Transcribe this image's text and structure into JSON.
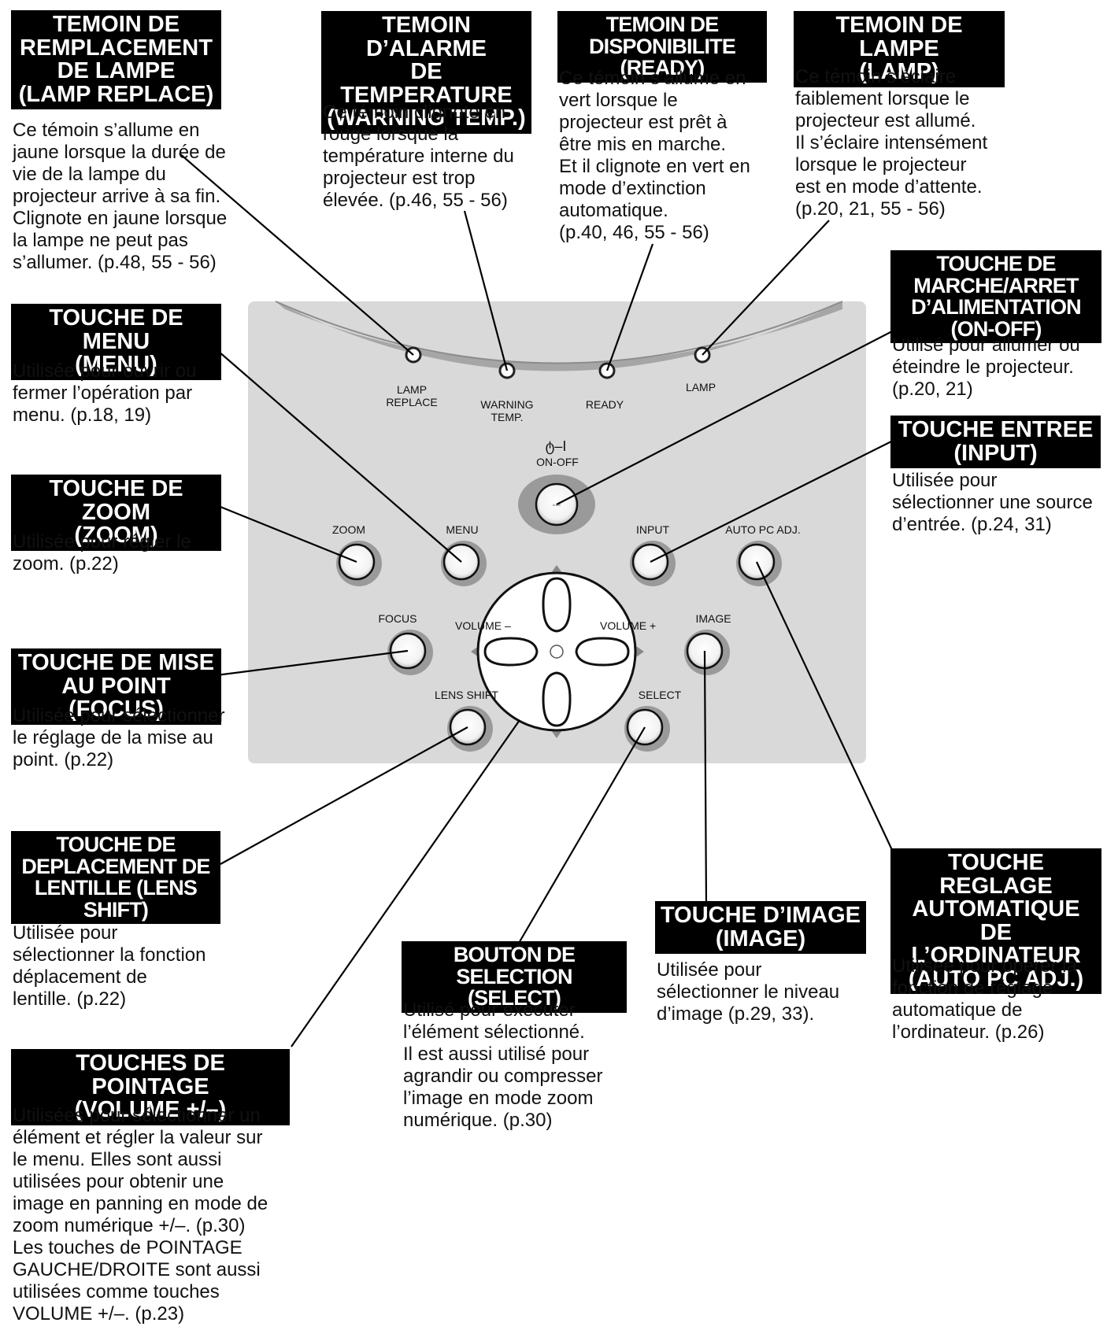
{
  "callouts": {
    "lamp_replace": {
      "title": "TEMOIN DE\nREMPLACEMENT\nDE LAMPE\n(LAMP REPLACE)",
      "desc": "Ce témoin s’allume en\njaune lorsque la durée de\nvie de la lampe du\nprojecteur arrive à sa fin.\nClignote en jaune lorsque\nla lampe ne peut pas\ns’allumer. (p.48, 55 - 56)"
    },
    "warning_temp": {
      "title": "TEMOIN D’ALARME\nDE TEMPERATURE\n(WARNING TEMP.)",
      "desc": "Ce témoin clignote en\nrouge lorsque la\ntempérature interne du\nprojecteur est trop\nélevée. (p.46, 55 - 56)"
    },
    "ready": {
      "title": "TEMOIN DE\nDISPONIBILITE (READY)",
      "desc": "Ce témoin s’allume en\nvert lorsque le\nprojecteur est prêt à\nêtre mis en marche.\nEt il clignote en vert en\nmode d’extinction\nautomatique.\n(p.40, 46, 55 - 56)"
    },
    "lamp": {
      "title": "TEMOIN DE LAMPE\n(LAMP)",
      "desc": "Ce témoin s’éclaire\nfaiblement lorsque le\nprojecteur est allumé.\nIl s’éclaire intensément\nlorsque le projecteur\nest en mode d’attente.\n(p.20, 21, 55 - 56)"
    },
    "menu": {
      "title": "TOUCHE DE MENU\n(MENU)",
      "desc": "Utilisée pour ouvrir ou\nfermer l’opération par\nmenu. (p.18, 19)"
    },
    "on_off": {
      "title": "TOUCHE DE\nMARCHE/ARRET\nD’ALIMENTATION (ON-OFF)",
      "desc": "Utilisé pour allumer ou\néteindre le projecteur.\n(p.20, 21)"
    },
    "input": {
      "title": "TOUCHE ENTREE\n(INPUT)",
      "desc": "Utilisée pour\nsélectionner une source\nd’entrée. (p.24, 31)"
    },
    "zoom": {
      "title": "TOUCHE DE ZOOM\n(ZOOM)",
      "desc": "Utilisée pour régler le\nzoom. (p.22)"
    },
    "focus": {
      "title": "TOUCHE DE MISE\nAU POINT (FOCUS)",
      "desc": "Utilisée pour sélectionner\nle réglage de la mise au\npoint. (p.22)"
    },
    "lens_shift": {
      "title": "TOUCHE DE\nDEPLACEMENT DE\nLENTILLE (LENS SHIFT)",
      "desc": "Utilisée pour\nsélectionner la fonction\ndéplacement de\nlentille. (p.22)"
    },
    "auto_pc": {
      "title": "TOUCHE REGLAGE\nAUTOMATIQUE DE\nL’ORDINATEUR\n(AUTO PC ADJ.)",
      "desc": "Utilisée pour opérer la\nfonction de réglage\nautomatique de\nl’ordinateur. (p.26)"
    },
    "image": {
      "title": "TOUCHE D’IMAGE\n(IMAGE)",
      "desc": "Utilisée pour\nsélectionner le niveau\nd’image (p.29, 33)."
    },
    "select": {
      "title": "BOUTON DE SELECTION\n(SELECT)",
      "desc": "Utilisé pour exécuter\nl’élément sélectionné.\nIl est aussi utilisé pour\nagrandir ou compresser\nl’image en mode zoom\nnumérique. (p.30)"
    },
    "pointing": {
      "title": "TOUCHES DE POINTAGE\n(VOLUME +/–)",
      "desc": "Utilisées pour sélectionner un\nélément et régler la valeur sur\nle menu. Elles sont aussi\nutilisées pour obtenir une\nimage en panning en mode de\nzoom numérique +/–. (p.30)\nLes touches de POINTAGE\nGAUCHE/DROITE sont aussi\nutilisées comme touches\nVOLUME +/–. (p.23)"
    }
  },
  "panel": {
    "lamp_replace_line1": "LAMP",
    "lamp_replace_line2": "REPLACE",
    "warning_line1": "WARNING",
    "warning_line2": "TEMP.",
    "ready": "READY",
    "lamp": "LAMP",
    "on_off_symbol": "ტ–I",
    "on_off": "ON-OFF",
    "zoom": "ZOOM",
    "menu": "MENU",
    "input": "INPUT",
    "auto_pc": "AUTO PC ADJ.",
    "focus": "FOCUS",
    "volume_minus": "VOLUME –",
    "volume_plus": "VOLUME +",
    "image": "IMAGE",
    "lens_shift": "LENS SHIFT",
    "select": "SELECT"
  }
}
